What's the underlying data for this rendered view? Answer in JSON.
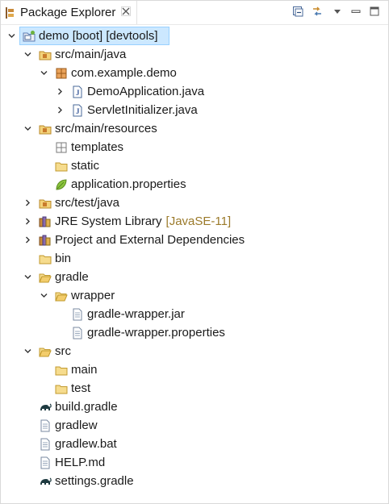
{
  "view": {
    "title": "Package Explorer",
    "icons": [
      "package-explorer-icon",
      "close-icon",
      "collapse-all-icon",
      "link-with-editor-icon",
      "view-menu-icon",
      "minimize-icon",
      "maximize-icon"
    ]
  },
  "tree": {
    "project": {
      "label": "demo [boot] [devtools]",
      "selected": true
    },
    "src_main_java": {
      "label": "src/main/java"
    },
    "com_example_demo": {
      "label": "com.example.demo"
    },
    "demo_application": {
      "label": "DemoApplication.java"
    },
    "servlet_initializer": {
      "label": "ServletInitializer.java"
    },
    "src_main_resources": {
      "label": "src/main/resources"
    },
    "templates": {
      "label": "templates"
    },
    "static": {
      "label": "static"
    },
    "application_properties": {
      "label": "application.properties"
    },
    "src_test_java": {
      "label": "src/test/java"
    },
    "jre": {
      "label": "JRE System Library",
      "decoration": "[JavaSE-11]"
    },
    "deps": {
      "label": "Project and External Dependencies"
    },
    "bin": {
      "label": "bin"
    },
    "gradle": {
      "label": "gradle"
    },
    "wrapper": {
      "label": "wrapper"
    },
    "wrapper_jar": {
      "label": "gradle-wrapper.jar"
    },
    "wrapper_props": {
      "label": "gradle-wrapper.properties"
    },
    "src": {
      "label": "src"
    },
    "src_main": {
      "label": "main"
    },
    "src_test": {
      "label": "test"
    },
    "build_gradle": {
      "label": "build.gradle"
    },
    "gradlew": {
      "label": "gradlew"
    },
    "gradlew_bat": {
      "label": "gradlew.bat"
    },
    "help_md": {
      "label": "HELP.md"
    },
    "settings_gradle": {
      "label": "settings.gradle"
    }
  },
  "colors": {
    "selection": "#cce8ff",
    "folder": "#e8b64a",
    "package": "#c97b2c",
    "decoration": "#9b7a2a"
  }
}
